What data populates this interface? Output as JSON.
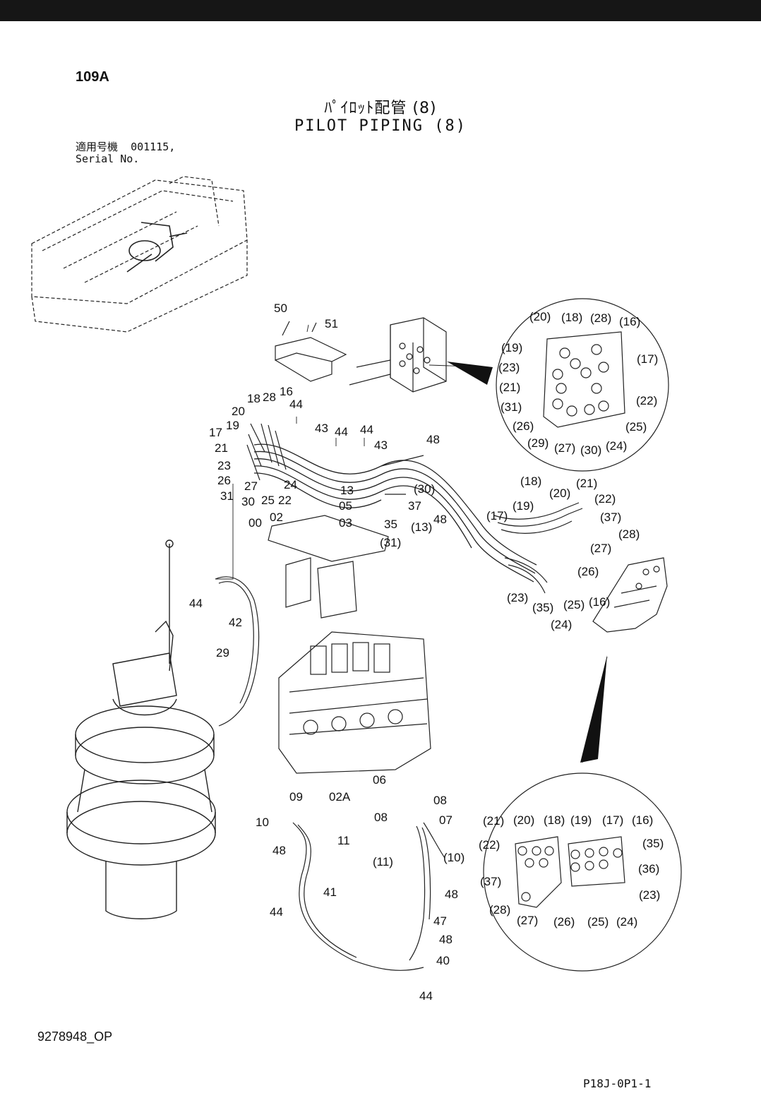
{
  "header": {
    "page_id": "109A",
    "title_jp": "ﾊﾟｲﾛｯﾄ配管 (8)",
    "title_en": "PILOT PIPING (8)",
    "serial_label_jp": "適用号機",
    "serial_value": "001115,",
    "serial_label_en": "Serial No."
  },
  "footer": {
    "doc_number": "9278948_OP",
    "page_code": "P18J-0P1-1"
  },
  "callouts": {
    "main": [
      "50",
      "51",
      "44",
      "18",
      "28",
      "16",
      "20",
      "19",
      "17",
      "21",
      "43",
      "44",
      "44",
      "43",
      "48",
      "23",
      "26",
      "31",
      "27",
      "30",
      "25",
      "22",
      "24",
      "13",
      "(30)",
      "05",
      "37",
      "35",
      "(13)",
      "48",
      "(31)",
      "00",
      "02",
      "03",
      "44",
      "42",
      "29",
      "06",
      "09",
      "02A",
      "10",
      "11",
      "48",
      "08",
      "08",
      "07",
      "(11)",
      "(10)",
      "48",
      "47",
      "48",
      "40",
      "44",
      "41",
      "44"
    ],
    "harness_right": [
      "(18)",
      "(20)",
      "(21)",
      "(22)",
      "(19)",
      "(37)",
      "(17)",
      "(28)",
      "(27)",
      "(26)",
      "(23)",
      "(35)",
      "(25)",
      "(16)",
      "(24)"
    ],
    "detail_top": [
      "(20)",
      "(18)",
      "(28)",
      "(16)",
      "(19)",
      "(17)",
      "(23)",
      "(21)",
      "(22)",
      "(31)",
      "(26)",
      "(25)",
      "(29)",
      "(27)",
      "(30)",
      "(24)"
    ],
    "detail_bottom": [
      "(21)",
      "(20)",
      "(18)",
      "(19)",
      "(17)",
      "(16)",
      "(22)",
      "(35)",
      "(36)",
      "(37)",
      "(23)",
      "(28)",
      "(27)",
      "(26)",
      "(25)",
      "(24)"
    ]
  }
}
